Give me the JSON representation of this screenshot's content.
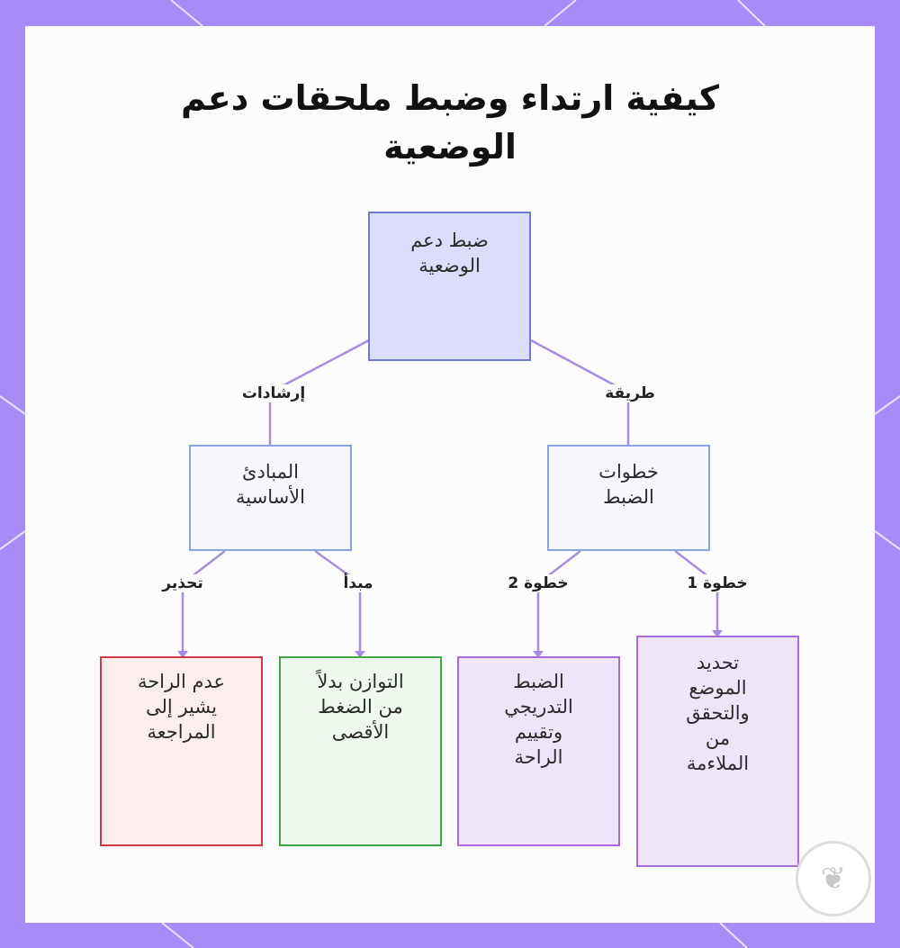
{
  "title": "كيفية ارتداء وضبط ملحقات دعم الوضعية",
  "nodes": {
    "root": "ضبط دعم\nالوضعية",
    "steps": "خطوات\nالضبط",
    "principles": "المبادئ\nالأساسية",
    "step1": "تحديد\nالموضع\nوالتحقق\nمن\nالملاءمة",
    "step2": "الضبط\nالتدريجي\nوتقييم\nالراحة",
    "principle": "التوازن بدلاً\nمن الضغط\nالأقصى",
    "warning": "عدم الراحة\nيشير إلى\nالمراجعة"
  },
  "edges": {
    "method": "طريقة",
    "guidance": "إرشادات",
    "step1": "خطوة 1",
    "step2": "خطوة 2",
    "principle": "مبدأ",
    "warning": "تحذير"
  },
  "colors": {
    "frame": "#a78bf7",
    "edge": "#a98be0",
    "root_fill": "#dcdcfb",
    "root_border": "#6f79cf",
    "mid_fill": "#f5f7fd",
    "mid_border": "#8aa2de",
    "purple_fill": "#efe5fb",
    "purple_border": "#a56bd6",
    "green_fill": "#eef9ee",
    "green_border": "#3fa74a",
    "red_fill": "#fdeeee",
    "red_border": "#d03846"
  },
  "icons": {
    "watermark": "brain-logo-icon"
  }
}
